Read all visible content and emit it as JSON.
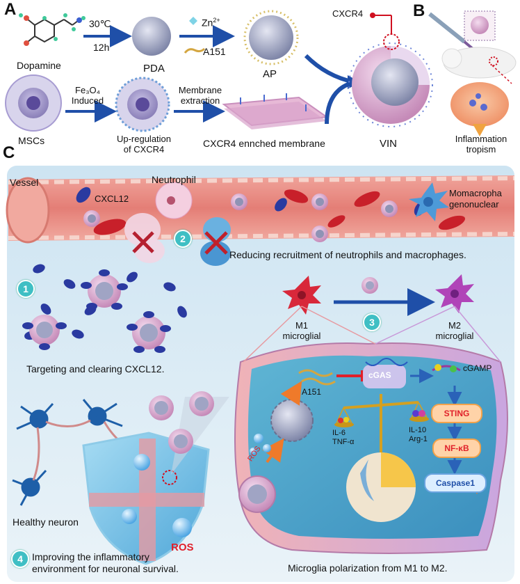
{
  "panels": {
    "a": "A",
    "b": "B",
    "c": "C"
  },
  "panel_a": {
    "dopamine": "Dopamine",
    "temp": "30℃",
    "time": "12h",
    "pda": "PDA",
    "zn": "Zn",
    "zn_sup": "2+",
    "a151": "A151",
    "ap": "AP",
    "cxcr4": "CXCR4",
    "mscs": "MSCs",
    "fe_induced_1": "Fe₃O₄",
    "fe_induced_2": "Induced",
    "membrane_extraction_1": "Membrane",
    "membrane_extraction_2": "extraction",
    "upreg_1": "Up-regulation",
    "upreg_2": "of CXCR4",
    "enriched_membrane": "CXCR4 ennched membrane",
    "vin": "VIN"
  },
  "panel_b": {
    "tropism_1": "Inflammation",
    "tropism_2": "tropism"
  },
  "panel_c": {
    "vessel": "Vessel",
    "neutrophil": "Neutrophil",
    "cxcl12": "CXCL12",
    "macrophage_1": "Momacropha",
    "macrophage_2": "genonuclear",
    "reducing": "Reducing recruitment of neutrophils  and  macrophages.",
    "step1": "1",
    "step2": "2",
    "step3": "3",
    "step4": "4",
    "targeting": "Targeting and clearing CXCL12.",
    "m1_1": "M1",
    "m1_2": "microglial",
    "m2_1": "M2",
    "m2_2": "microglial",
    "cgas": "cGAS",
    "cgamp": "cGAMP",
    "a151": "A151",
    "sting": "STING",
    "nfkb": "NF-κB",
    "caspase": "Caspase1",
    "ros_in": "ROS",
    "il6": "IL-6",
    "tnf": "TNF-α",
    "il10": "IL-10",
    "arg1": "Arg-1",
    "healthy_neuron": "Healthy neuron",
    "ros_out": "ROS",
    "improving_1": "Improving the inflammatory",
    "improving_2": "environment for neuronal  survival.",
    "microglia_polar": "Microglia polarization from M1 to M2."
  },
  "colors": {
    "teal": "#3fbfc4",
    "arrow_blue": "#1f4fa8",
    "vessel": "#e98a82",
    "pink_particle": "#d8a6cf",
    "cxcl12_blue": "#2a3aa0",
    "red_text": "#e0202a",
    "orange_arrow": "#ef7a2a"
  }
}
